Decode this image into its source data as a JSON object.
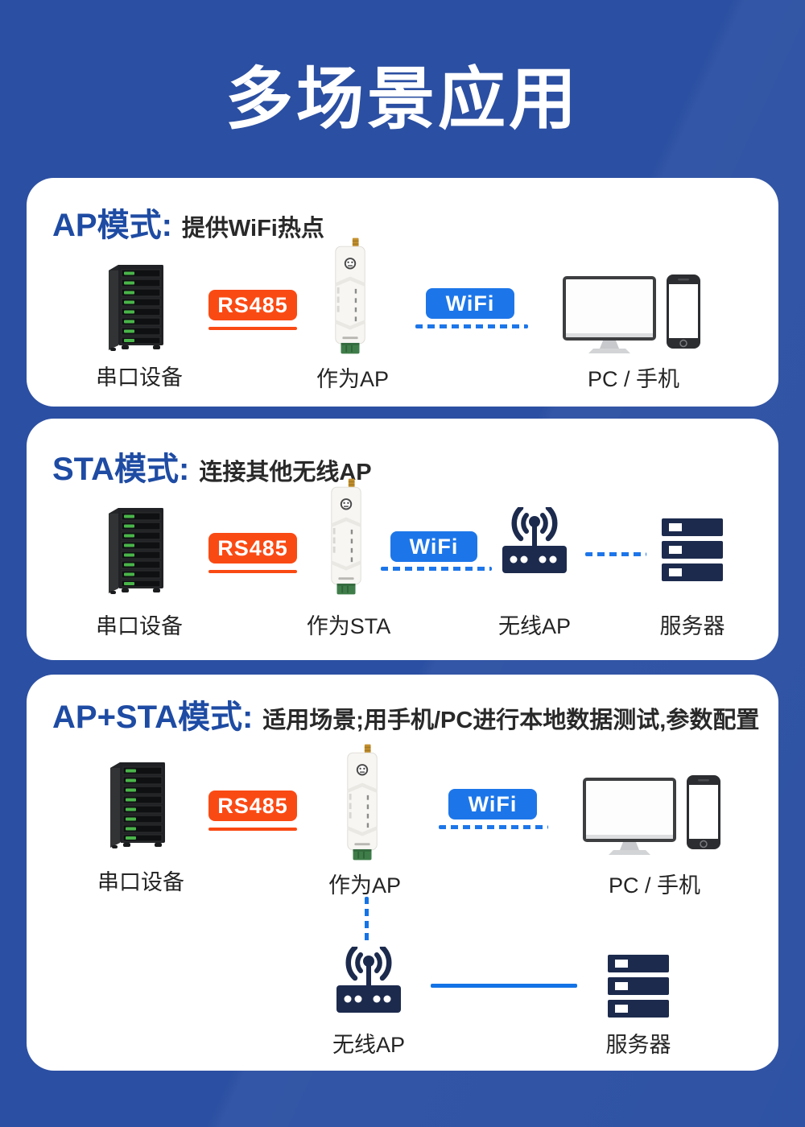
{
  "title": "多场景应用",
  "colors": {
    "background": "#2b4fa2",
    "panel": "#ffffff",
    "heading_blue": "#1e4ba3",
    "text_dark": "#242424",
    "rs485_orange": "#fa4a14",
    "wifi_blue": "#1d76e9",
    "connector_blue": "#1473e6",
    "icon_navy": "#1c2a4d",
    "led_green": "#4ab54a",
    "terminal_green": "#3e7d49",
    "antenna_gold": "#c59130"
  },
  "icons": {
    "serial_device": "server-rack-icon",
    "converter": "serial-wifi-converter-icon",
    "wireless_ap": "wireless-ap-router-icon",
    "server": "server-stack-icon",
    "pc": "monitor-icon",
    "phone": "smartphone-icon"
  },
  "panels": [
    {
      "mode": "AP模式:",
      "desc": "提供WiFi热点",
      "serial_label": "串口设备",
      "rs485_label": "RS485",
      "device_label": "作为AP",
      "wifi_label": "WiFi",
      "client_label": "PC / 手机"
    },
    {
      "mode": "STA模式:",
      "desc": "连接其他无线AP",
      "serial_label": "串口设备",
      "rs485_label": "RS485",
      "device_label": "作为STA",
      "wifi_label": "WiFi",
      "ap_label": "无线AP",
      "server_label": "服务器"
    },
    {
      "mode": "AP+STA模式:",
      "desc": "适用场景;用手机/PC进行本地数据测试,参数配置",
      "serial_label": "串口设备",
      "rs485_label": "RS485",
      "device_label": "作为AP",
      "wifi_label": "WiFi",
      "client_label": "PC / 手机",
      "ap_label": "无线AP",
      "server_label": "服务器"
    }
  ]
}
